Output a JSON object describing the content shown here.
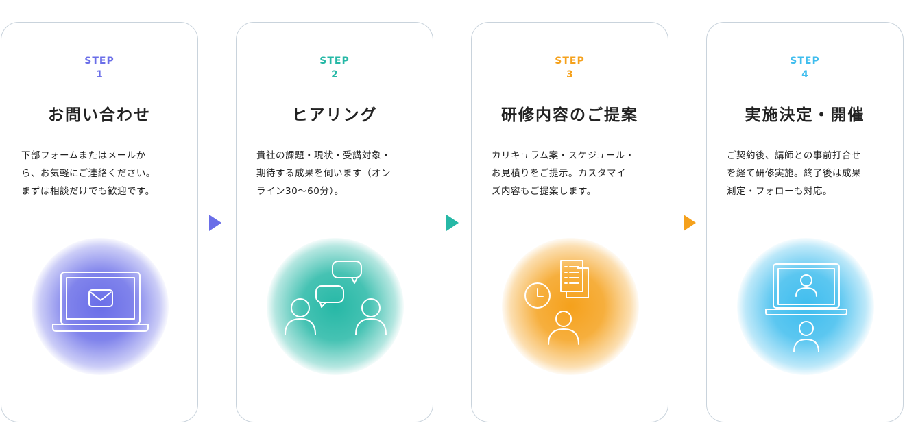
{
  "steps": [
    {
      "label": "STEP",
      "number": "1",
      "title": "お問い合わせ",
      "description": [
        "下部フォームまたはメールか",
        "ら、お気軽にご連絡ください。",
        "まずは相談だけでも歓迎です。"
      ],
      "color": "#6a6ee8",
      "icon": "laptop-mail-icon"
    },
    {
      "label": "STEP",
      "number": "2",
      "title": "ヒアリング",
      "description": [
        "貴社の課題・現状・受講対象・",
        "期待する成果を伺います（オン",
        "ライン30〜60分）。"
      ],
      "color": "#26b8a6",
      "icon": "people-chat-icon"
    },
    {
      "label": "STEP",
      "number": "3",
      "title": "研修内容のご提案",
      "description": [
        "カリキュラム案・スケジュール・",
        "お見積りをご提示。カスタマイ",
        "ズ内容もご提案します。"
      ],
      "color": "#f5a11c",
      "icon": "proposal-document-icon"
    },
    {
      "label": "STEP",
      "number": "4",
      "title": "実施決定・開催",
      "description": [
        "ご契約後、講師との事前打合せ",
        "を経て研修実施。終了後は成果",
        "測定・フォローも対応。"
      ],
      "color": "#3fbdee",
      "icon": "online-training-icon"
    }
  ],
  "arrows": [
    {
      "color": "#6a6ee8"
    },
    {
      "color": "#26b8a6"
    },
    {
      "color": "#f5a11c"
    }
  ]
}
